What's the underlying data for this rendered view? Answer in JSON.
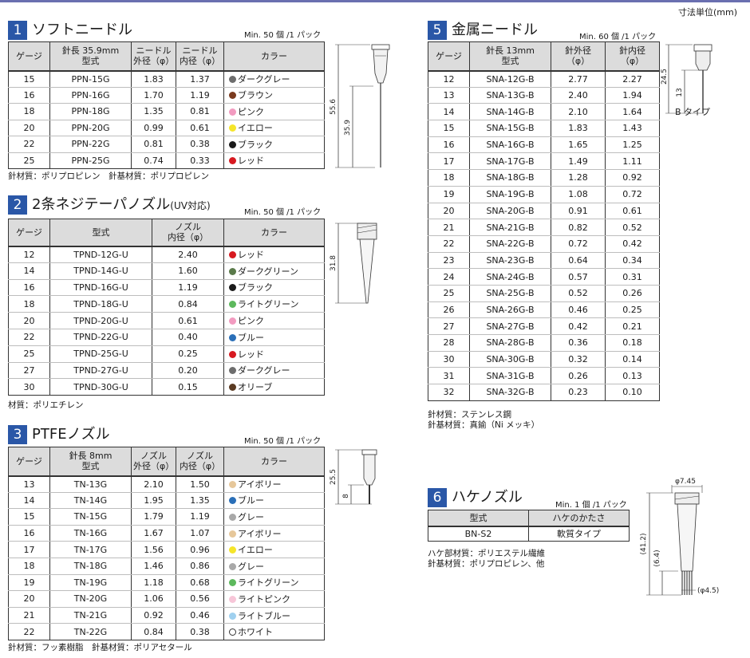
{
  "unit_note": "寸法単位(mm)",
  "section1": {
    "number": "1",
    "title": "ソフトニードル",
    "min": "Min. 50 個 /1 パック",
    "headers": [
      "ゲージ",
      "針長 35.9mm\n型式",
      "ニードル\n外径（φ）",
      "ニードル\n内径（φ）",
      "カラー"
    ],
    "rows": [
      {
        "g": "15",
        "model": "PPN-15G",
        "od": "1.83",
        "id": "1.37",
        "color": "ダークグレー",
        "hex": "#6d6d6d"
      },
      {
        "g": "16",
        "model": "PPN-16G",
        "od": "1.70",
        "id": "1.19",
        "color": "ブラウン",
        "hex": "#7a3a1e"
      },
      {
        "g": "18",
        "model": "PPN-18G",
        "od": "1.35",
        "id": "0.81",
        "color": "ピンク",
        "hex": "#f29bc0"
      },
      {
        "g": "20",
        "model": "PPN-20G",
        "od": "0.99",
        "id": "0.61",
        "color": "イエロー",
        "hex": "#f5e52a"
      },
      {
        "g": "22",
        "model": "PPN-22G",
        "od": "0.81",
        "id": "0.38",
        "color": "ブラック",
        "hex": "#1a1a1a"
      },
      {
        "g": "25",
        "model": "PPN-25G",
        "od": "0.74",
        "id": "0.33",
        "color": "レッド",
        "hex": "#d71920"
      }
    ],
    "note": "針材質：ポリプロピレン　針基材質：ポリプロピレン",
    "dims": [
      "55.6",
      "35.9"
    ]
  },
  "section2": {
    "number": "2",
    "title": "2条ネジテーパノズル",
    "title_small": "(UV対応)",
    "min": "Min. 50 個 /1 パック",
    "headers": [
      "ゲージ",
      "型式",
      "ノズル\n内径（φ）",
      "カラー"
    ],
    "rows": [
      {
        "g": "12",
        "model": "TPND-12G-U",
        "id": "2.40",
        "color": "レッド",
        "hex": "#d71920"
      },
      {
        "g": "14",
        "model": "TPND-14G-U",
        "id": "1.60",
        "color": "ダークグリーン",
        "hex": "#5a7a4a"
      },
      {
        "g": "16",
        "model": "TPND-16G-U",
        "id": "1.19",
        "color": "ブラック",
        "hex": "#1a1a1a"
      },
      {
        "g": "18",
        "model": "TPND-18G-U",
        "id": "0.84",
        "color": "ライトグリーン",
        "hex": "#5cb85c"
      },
      {
        "g": "20",
        "model": "TPND-20G-U",
        "id": "0.61",
        "color": "ピンク",
        "hex": "#f29bc0"
      },
      {
        "g": "22",
        "model": "TPND-22G-U",
        "id": "0.40",
        "color": "ブルー",
        "hex": "#2a6fb8"
      },
      {
        "g": "25",
        "model": "TPND-25G-U",
        "id": "0.25",
        "color": "レッド",
        "hex": "#d71920"
      },
      {
        "g": "27",
        "model": "TPND-27G-U",
        "id": "0.20",
        "color": "ダークグレー",
        "hex": "#6d6d6d"
      },
      {
        "g": "30",
        "model": "TPND-30G-U",
        "id": "0.15",
        "color": "オリーブ",
        "hex": "#5a3a22"
      }
    ],
    "note": "材質：ポリエチレン",
    "dims": [
      "31.8"
    ]
  },
  "section3": {
    "number": "3",
    "title": "PTFEノズル",
    "min": "Min. 50 個 /1 パック",
    "headers": [
      "ゲージ",
      "針長 8mm\n型式",
      "ノズル\n外径（φ）",
      "ノズル\n内径（φ）",
      "カラー"
    ],
    "rows": [
      {
        "g": "13",
        "model": "TN-13G",
        "od": "2.10",
        "id": "1.50",
        "color": "アイボリー",
        "hex": "#e6c79a"
      },
      {
        "g": "14",
        "model": "TN-14G",
        "od": "1.95",
        "id": "1.35",
        "color": "ブルー",
        "hex": "#2a6fb8"
      },
      {
        "g": "15",
        "model": "TN-15G",
        "od": "1.79",
        "id": "1.19",
        "color": "グレー",
        "hex": "#a8a8a8"
      },
      {
        "g": "16",
        "model": "TN-16G",
        "od": "1.67",
        "id": "1.07",
        "color": "アイボリー",
        "hex": "#e6c79a"
      },
      {
        "g": "17",
        "model": "TN-17G",
        "od": "1.56",
        "id": "0.96",
        "color": "イエロー",
        "hex": "#f5e52a"
      },
      {
        "g": "18",
        "model": "TN-18G",
        "od": "1.46",
        "id": "0.86",
        "color": "グレー",
        "hex": "#a8a8a8"
      },
      {
        "g": "19",
        "model": "TN-19G",
        "od": "1.18",
        "id": "0.68",
        "color": "ライトグリーン",
        "hex": "#5cb85c"
      },
      {
        "g": "20",
        "model": "TN-20G",
        "od": "1.06",
        "id": "0.56",
        "color": "ライトピンク",
        "hex": "#f7c6d8"
      },
      {
        "g": "21",
        "model": "TN-21G",
        "od": "0.92",
        "id": "0.46",
        "color": "ライトブルー",
        "hex": "#9fd0ef"
      },
      {
        "g": "22",
        "model": "TN-22G",
        "od": "0.84",
        "id": "0.38",
        "color": "ホワイト",
        "hex": "#ffffff"
      }
    ],
    "note": "針材質：フッ素樹脂　針基材質：ポリアセタール",
    "dims": [
      "25.5",
      "8"
    ]
  },
  "section5": {
    "number": "5",
    "title": "金属ニードル",
    "min": "Min. 60 個 /1 パック",
    "headers": [
      "ゲージ",
      "針長 13mm\n型式",
      "針外径\n（φ）",
      "針内径\n（φ）"
    ],
    "rows": [
      {
        "g": "12",
        "model": "SNA-12G-B",
        "od": "2.77",
        "id": "2.27"
      },
      {
        "g": "13",
        "model": "SNA-13G-B",
        "od": "2.40",
        "id": "1.94"
      },
      {
        "g": "14",
        "model": "SNA-14G-B",
        "od": "2.10",
        "id": "1.64"
      },
      {
        "g": "15",
        "model": "SNA-15G-B",
        "od": "1.83",
        "id": "1.43"
      },
      {
        "g": "16",
        "model": "SNA-16G-B",
        "od": "1.65",
        "id": "1.25"
      },
      {
        "g": "17",
        "model": "SNA-17G-B",
        "od": "1.49",
        "id": "1.11"
      },
      {
        "g": "18",
        "model": "SNA-18G-B",
        "od": "1.28",
        "id": "0.92"
      },
      {
        "g": "19",
        "model": "SNA-19G-B",
        "od": "1.08",
        "id": "0.72"
      },
      {
        "g": "20",
        "model": "SNA-20G-B",
        "od": "0.91",
        "id": "0.61"
      },
      {
        "g": "21",
        "model": "SNA-21G-B",
        "od": "0.82",
        "id": "0.52"
      },
      {
        "g": "22",
        "model": "SNA-22G-B",
        "od": "0.72",
        "id": "0.42"
      },
      {
        "g": "23",
        "model": "SNA-23G-B",
        "od": "0.64",
        "id": "0.34"
      },
      {
        "g": "24",
        "model": "SNA-24G-B",
        "od": "0.57",
        "id": "0.31"
      },
      {
        "g": "25",
        "model": "SNA-25G-B",
        "od": "0.52",
        "id": "0.26"
      },
      {
        "g": "26",
        "model": "SNA-26G-B",
        "od": "0.46",
        "id": "0.25"
      },
      {
        "g": "27",
        "model": "SNA-27G-B",
        "od": "0.42",
        "id": "0.21"
      },
      {
        "g": "28",
        "model": "SNA-28G-B",
        "od": "0.36",
        "id": "0.18"
      },
      {
        "g": "30",
        "model": "SNA-30G-B",
        "od": "0.32",
        "id": "0.14"
      },
      {
        "g": "31",
        "model": "SNA-31G-B",
        "od": "0.26",
        "id": "0.13"
      },
      {
        "g": "32",
        "model": "SNA-32G-B",
        "od": "0.23",
        "id": "0.10"
      }
    ],
    "note1": "針材質：ステンレス鋼",
    "note2": "針基材質：真鍮（Ni メッキ）",
    "dims": [
      "24.5",
      "13"
    ],
    "type_label": "B タイプ"
  },
  "section6": {
    "number": "6",
    "title": "ハケノズル",
    "min": "Min. 1 個 /1 パック",
    "headers": [
      "型式",
      "ハケのかたさ"
    ],
    "rows": [
      {
        "model": "BN-S2",
        "hard": "軟質タイプ"
      }
    ],
    "note1": "ハケ部材質：ポリエステル繊維",
    "note2": "針基材質：ポリプロピレン、他",
    "dims": [
      "φ7.45",
      "(41.2)",
      "(6.4)",
      "(φ4.5)"
    ]
  }
}
